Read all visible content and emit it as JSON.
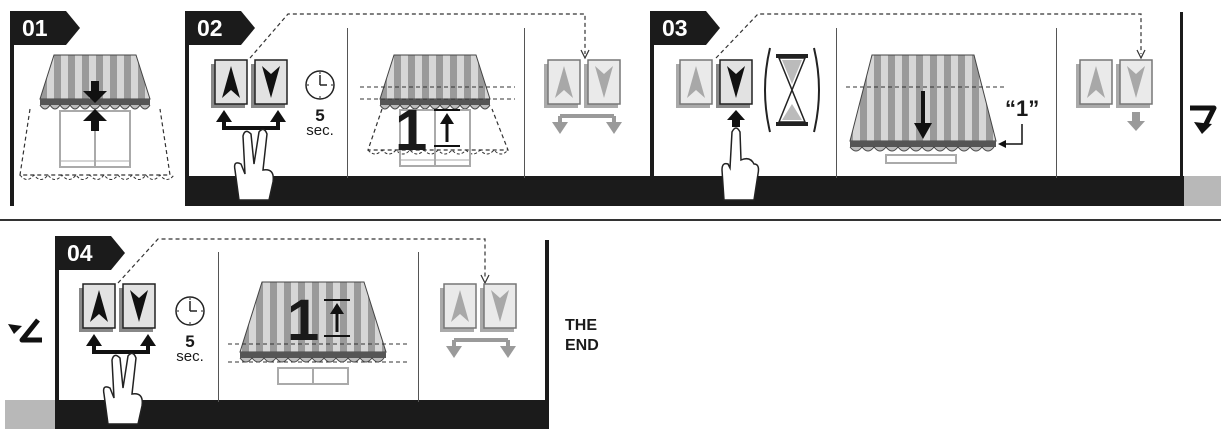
{
  "steps": [
    {
      "label": "01"
    },
    {
      "label": "02"
    },
    {
      "label": "03"
    },
    {
      "label": "04"
    }
  ],
  "timer": {
    "value": "5",
    "unit": "sec."
  },
  "step03": {
    "position_marker": "“1”"
  },
  "awning_digit": "1",
  "end": {
    "line1": "THE",
    "line2": "END"
  },
  "colors": {
    "frame": "#1b1b1b",
    "bar_grey": "#b8b8b8",
    "button_face": "#d9d9d9",
    "button_face_grey": "#bfbfbf",
    "stripe_dark": "#9a9a9a",
    "stripe_light": "#cfcfcf"
  },
  "icons": [
    "arrow-up-button-icon",
    "arrow-down-button-icon",
    "clock-icon",
    "hourglass-icon",
    "two-finger-hand-icon",
    "pointing-hand-icon",
    "awning-icon",
    "curved-arrow-icon"
  ]
}
